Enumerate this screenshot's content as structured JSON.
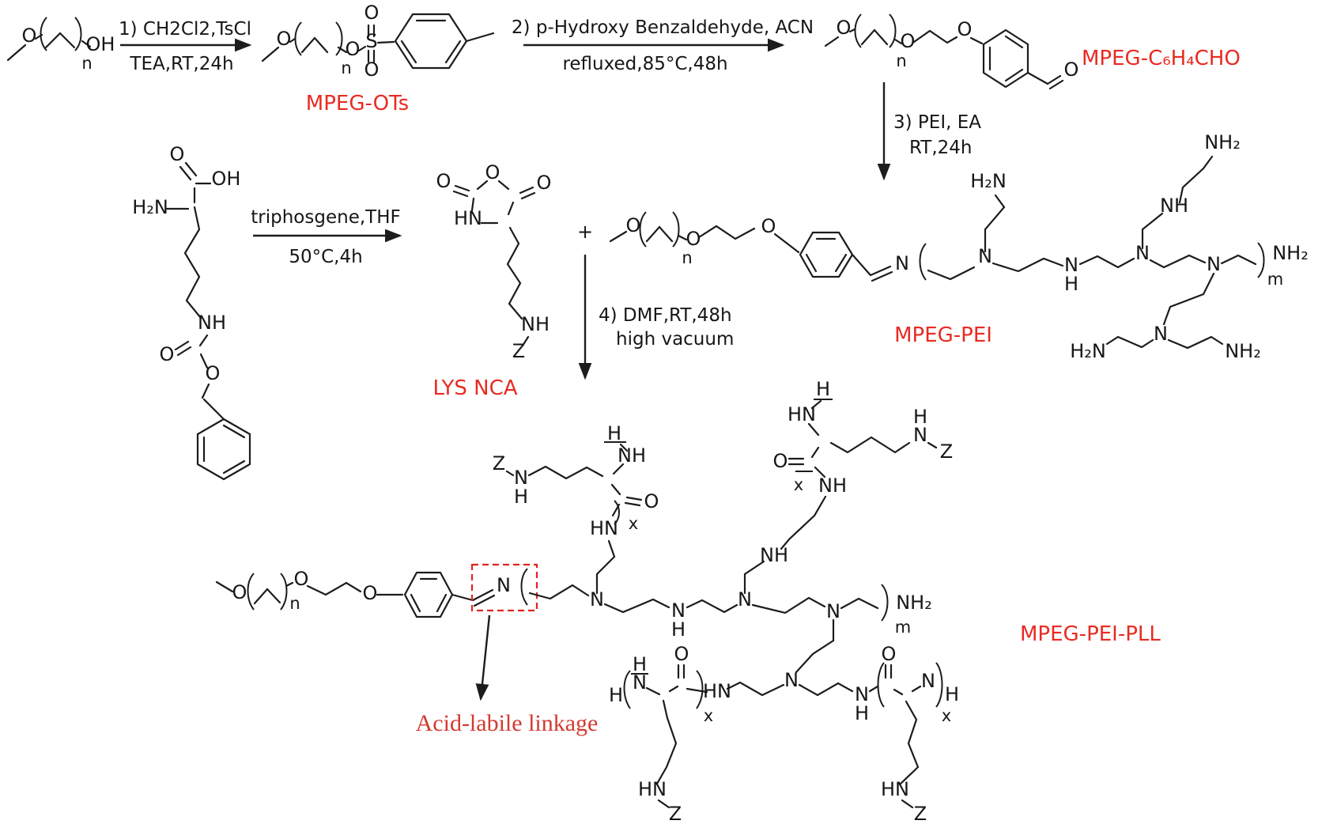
{
  "colors": {
    "bond": "#1c1c1c",
    "label_red": "#e82b22",
    "serif_red": "#d33a30",
    "dashed_box_red": "#e0241e"
  },
  "steps": {
    "s1_above": "1) CH2Cl2,TsCl",
    "s1_below": "TEA,RT,24h",
    "s2_above": "2) p-Hydroxy Benzaldehyde, ACN",
    "s2_below": "refluxed,85°C,48h",
    "s3_line1": "3) PEI, EA",
    "s3_line2": "RT,24h",
    "s4_line1": "4) DMF,RT,48h",
    "s4_line2": "high vacuum",
    "s5_above": "triphosgene,THF",
    "s5_below": "50°C,4h",
    "plus": "+"
  },
  "names": {
    "mpeg_ots": "MPEG-OTs",
    "mpeg_cho": "MPEG-C₆H₄CHO",
    "lys_nca": "LYS NCA",
    "mpeg_pei": "MPEG-PEI",
    "mpeg_pei_pll": "MPEG-PEI-PLL",
    "acid_labile": "Acid-labile linkage"
  },
  "atoms": {
    "mpeg_oh": {
      "o": "O",
      "oh": "OH",
      "n": "n"
    },
    "mpeg_ots": {
      "o1": "O",
      "o2": "O",
      "n": "n",
      "s": "S",
      "o_top": "O",
      "o_bottom": "O"
    },
    "mpeg_cho": {
      "o1": "O",
      "o2": "O",
      "n": "n",
      "o3": "O",
      "o_aldehyde": "O"
    },
    "lysine": {
      "o_acid": "O",
      "oh": "OH",
      "h2n": "H₂N",
      "nh": "NH",
      "o_carbamate": "O",
      "o_ester": "O"
    },
    "nca": {
      "o_left": "O",
      "o_ring": "O",
      "o_right": "O",
      "hn": "HN",
      "nh": "NH",
      "z": "Z"
    },
    "mpeg_pei": {
      "o1": "O",
      "n_sub": "n",
      "o2": "O",
      "o3": "O",
      "n_imine": "N",
      "h2n_branch": "H₂N",
      "n1": "N",
      "n_mid": "N",
      "h_mid": "H",
      "n2": "N",
      "nh_branch": "NH",
      "nh2_branch": "NH₂",
      "n3": "N",
      "nh2_end": "NH₂",
      "m_sub": "m",
      "n4": "N",
      "h2n_bottom": "H₂N",
      "nh2_bottom": "NH₂"
    },
    "pll": {
      "o1": "O",
      "n_sub": "n",
      "o2": "O",
      "o3": "O",
      "n_imine": "N",
      "n1": "N",
      "hn_link": "HN",
      "x1": "x",
      "n_mid": "N",
      "h_mid": "H",
      "n2": "N",
      "nh_link": "NH",
      "n3": "N",
      "nh2_end": "NH₂",
      "m_sub": "m",
      "n4": "N",
      "hn_amide": "HN",
      "n_amide": "N",
      "h_amide": "H",
      "ul_z": "Z",
      "ul_n": "N",
      "ul_h": "H",
      "ul_cap_h": "H",
      "ul_nh": "NH",
      "ul_o": "O",
      "ur_cap_h": "H",
      "ur_hn": "HN",
      "ur_o": "O",
      "ur_x": "x",
      "ur_nh": "NH",
      "ur_n": "N",
      "ur_h": "H",
      "ur_z": "Z",
      "bl_cap_h": "H",
      "bl_n": "N",
      "bl_h": "H",
      "bl_o": "O",
      "bl_x": "x",
      "bl_hn": "HN",
      "bl_z": "Z",
      "br_o": "O",
      "br_n": "N",
      "br_h": "H",
      "br_x": "x",
      "br_hn": "HN",
      "br_z": "Z"
    }
  }
}
